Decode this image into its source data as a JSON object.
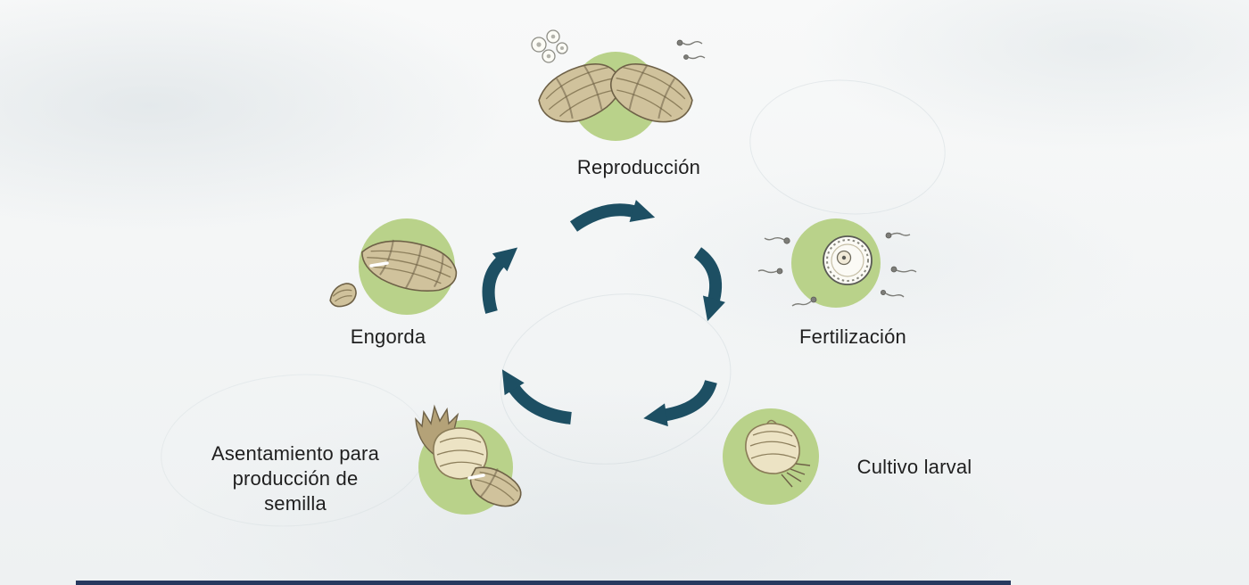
{
  "diagram": {
    "type": "cycle",
    "subject": "oyster-culture-life-cycle",
    "stages": [
      {
        "id": "reproduccion",
        "label": "Reproducción",
        "icon": "oyster-pair-with-eggs-and-sperm-icon",
        "position": "top"
      },
      {
        "id": "fertilizacion",
        "label": "Fertilización",
        "icon": "egg-cell-with-sperm-icon",
        "position": "right"
      },
      {
        "id": "cultivo-larval",
        "label": "Cultivo larval",
        "icon": "oyster-larva-icon",
        "position": "bottom-right"
      },
      {
        "id": "asentamiento",
        "label": "Asentamiento para producción de semilla",
        "icon": "spat-settled-on-shell-icon",
        "position": "bottom-left"
      },
      {
        "id": "engorda",
        "label": "Engorda",
        "icon": "adult-oyster-icon",
        "position": "left"
      }
    ],
    "flow_order": [
      "reproduccion",
      "fertilizacion",
      "cultivo-larval",
      "asentamiento",
      "engorda"
    ]
  },
  "colors": {
    "stage_circle": "#b9d28a",
    "arrow": "#1d4f63",
    "label_text": "#1f1f1f",
    "background": "#f3f5f5",
    "shell_fill": "#d0c29c",
    "shell_outline": "#6e6147",
    "bottom_bar": "#27395f"
  }
}
